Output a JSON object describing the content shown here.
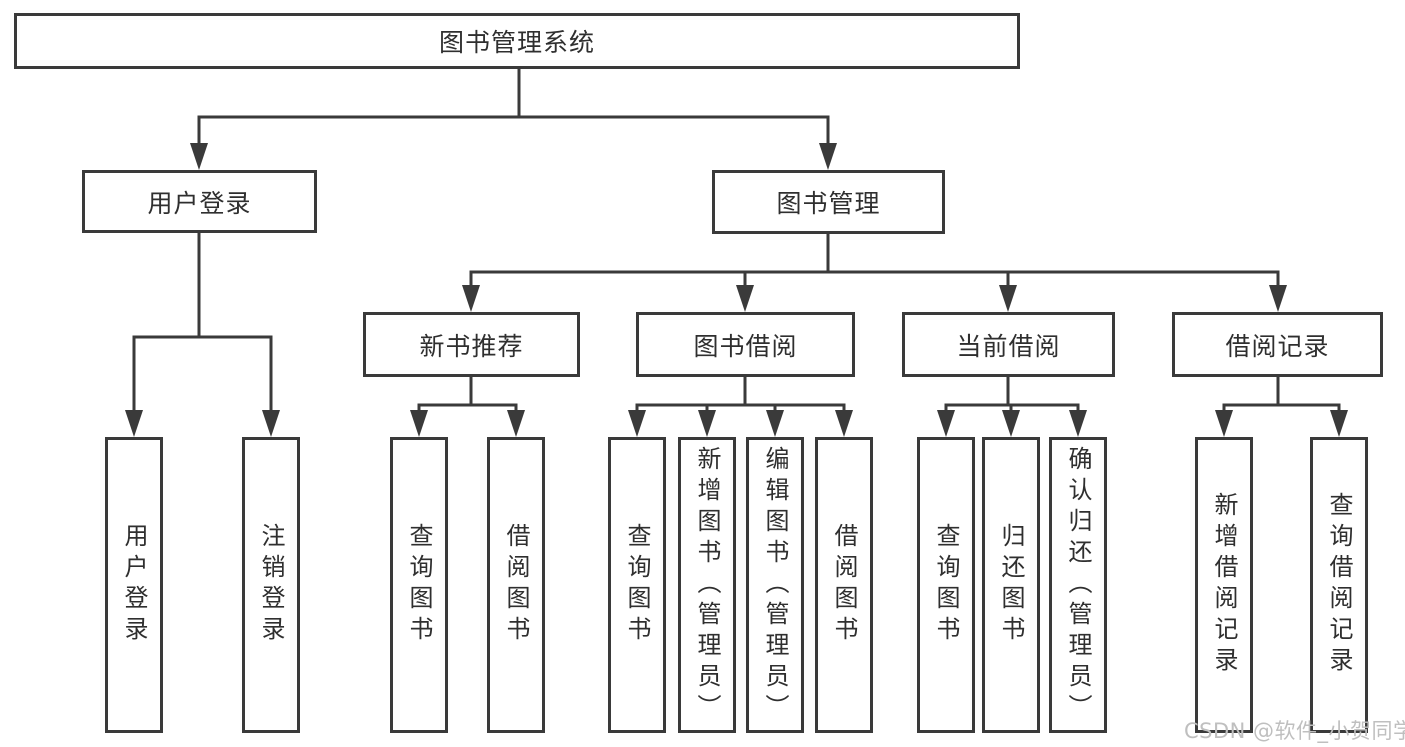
{
  "colors": {
    "bg": "#ffffff",
    "box-bg": "#ffffff",
    "line": "#3a3a3a",
    "text": "#2f2f2f",
    "watermark": "#bfbfbf"
  },
  "nodes": {
    "root": {
      "label": "图书管理系统"
    },
    "user": {
      "label": "用户登录",
      "children": [
        {
          "label": "用户登录"
        },
        {
          "label": "注销登录"
        }
      ]
    },
    "book": {
      "label": "图书管理",
      "groups": [
        {
          "label": "新书推荐",
          "children": [
            {
              "label": "查询图书"
            },
            {
              "label": "借阅图书"
            }
          ]
        },
        {
          "label": "图书借阅",
          "children": [
            {
              "label": "查询图书"
            },
            {
              "label": "新增图书（管理员）"
            },
            {
              "label": "编辑图书（管理员）"
            },
            {
              "label": "借阅图书"
            }
          ]
        },
        {
          "label": "当前借阅",
          "children": [
            {
              "label": "查询图书"
            },
            {
              "label": "归还图书"
            },
            {
              "label": "确认归还（管理员）"
            }
          ]
        },
        {
          "label": "借阅记录",
          "children": [
            {
              "label": "新增借阅记录"
            },
            {
              "label": "查询借阅记录"
            }
          ]
        }
      ]
    },
    "watermark": "CSDN @软件_小贺同学"
  }
}
